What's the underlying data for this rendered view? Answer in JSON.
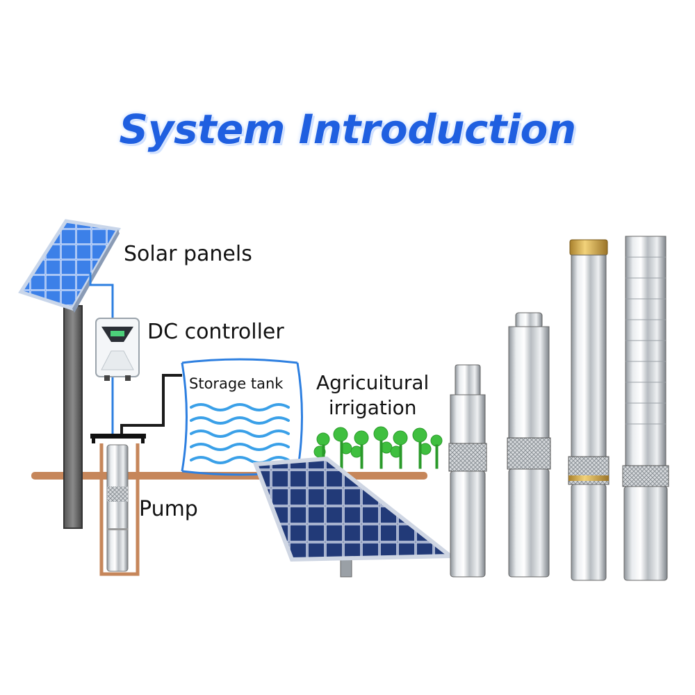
{
  "title": "System Introduction",
  "labels": {
    "solar_panels": "Solar panels",
    "dc_controller": "DC controller",
    "storage_tank": "Storage tank",
    "agri_line1": "Agricuitural",
    "agri_line2": "irrigation",
    "pump": "Pump"
  },
  "colors": {
    "title": "#1f5fe0",
    "solar_cell": "#2f6fd6",
    "water": "#3aa0e8",
    "pipe_blue": "#2d7fe0",
    "ground": "#c6865a",
    "plant": "#3fbf3f",
    "steel": "#c8ccd0"
  },
  "icons": [
    "solar-panel-icon",
    "dc-controller-icon",
    "storage-tank-icon",
    "plant-icon",
    "submersible-pump-icon"
  ]
}
